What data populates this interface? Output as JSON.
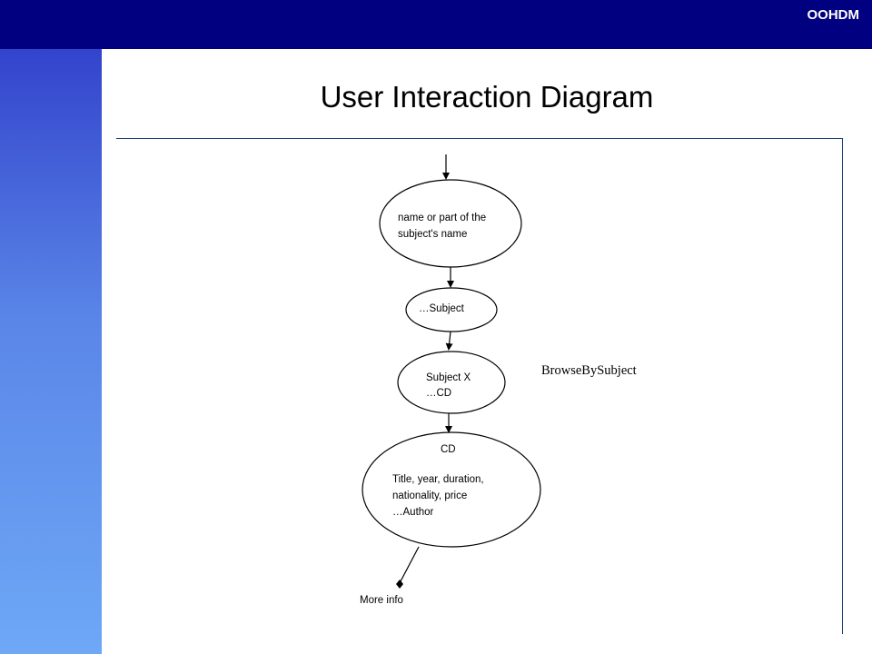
{
  "header": {
    "brand": "OOHDM"
  },
  "slide": {
    "title": "User Interaction Diagram"
  },
  "diagram": {
    "nodes": [
      {
        "id": "name-input",
        "lines": [
          "name or part of the",
          "subject's name"
        ]
      },
      {
        "id": "subject-list",
        "lines": [
          "…Subject"
        ]
      },
      {
        "id": "subject-x",
        "lines": [
          "Subject X",
          "…CD"
        ]
      },
      {
        "id": "cd",
        "lines": [
          "CD",
          "Title, year, duration,",
          "nationality, price",
          "…Author"
        ]
      }
    ],
    "annotation": "BrowseBySubject",
    "exit_label": "More info"
  },
  "colors": {
    "header": "#000080",
    "sidebar_top": "#3344cc",
    "sidebar_bottom": "#6ea8f6",
    "frame": "#1a3a7a"
  }
}
